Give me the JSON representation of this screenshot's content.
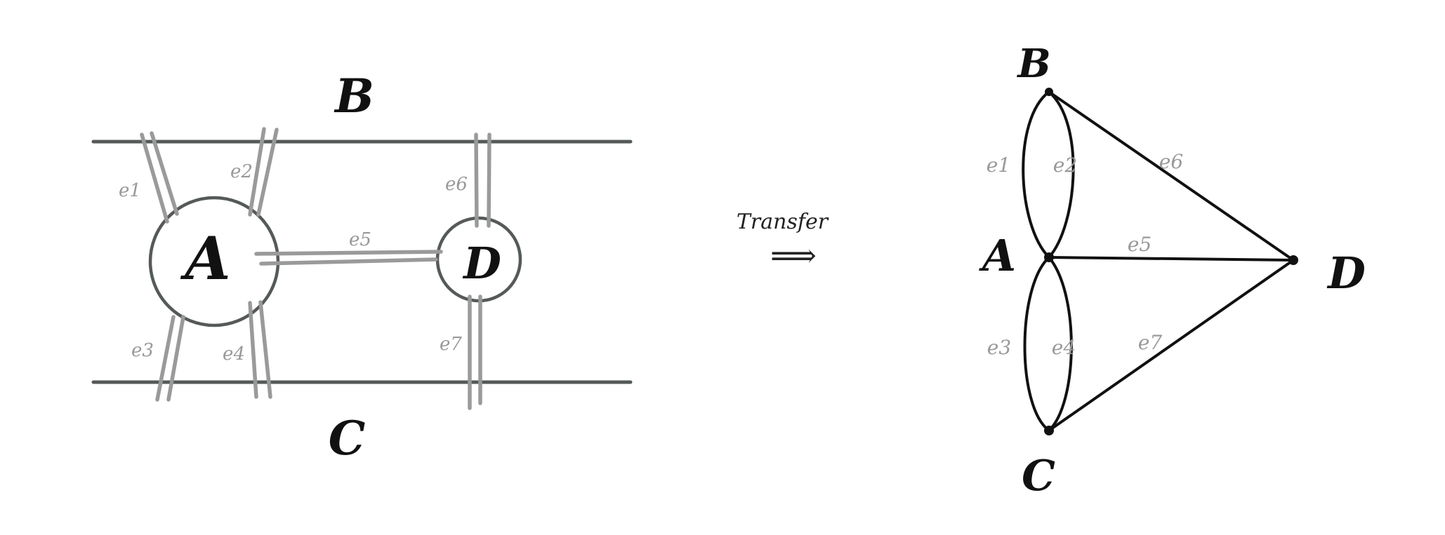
{
  "bridges_sketch": {
    "land_labels": {
      "b": "B",
      "c": "C",
      "a": "A",
      "d": "D"
    },
    "bridge_labels": {
      "e1": "e1",
      "e2": "e2",
      "e3": "e3",
      "e4": "e4",
      "e5": "e5",
      "e6": "e6",
      "e7": "e7"
    }
  },
  "transfer": {
    "label": "Transfer",
    "arrow": "⟹"
  },
  "graph": {
    "node_labels": {
      "b": "B",
      "a": "A",
      "c": "C",
      "d": "D"
    },
    "edge_labels": {
      "e1": "e1",
      "e2": "e2",
      "e3": "e3",
      "e4": "e4",
      "e5": "e5",
      "e6": "e6",
      "e7": "e7"
    }
  },
  "colors": {
    "ink": "#111111",
    "bank": "#555a58",
    "bridge": "#9a9a9a",
    "label_gray": "#999999"
  }
}
